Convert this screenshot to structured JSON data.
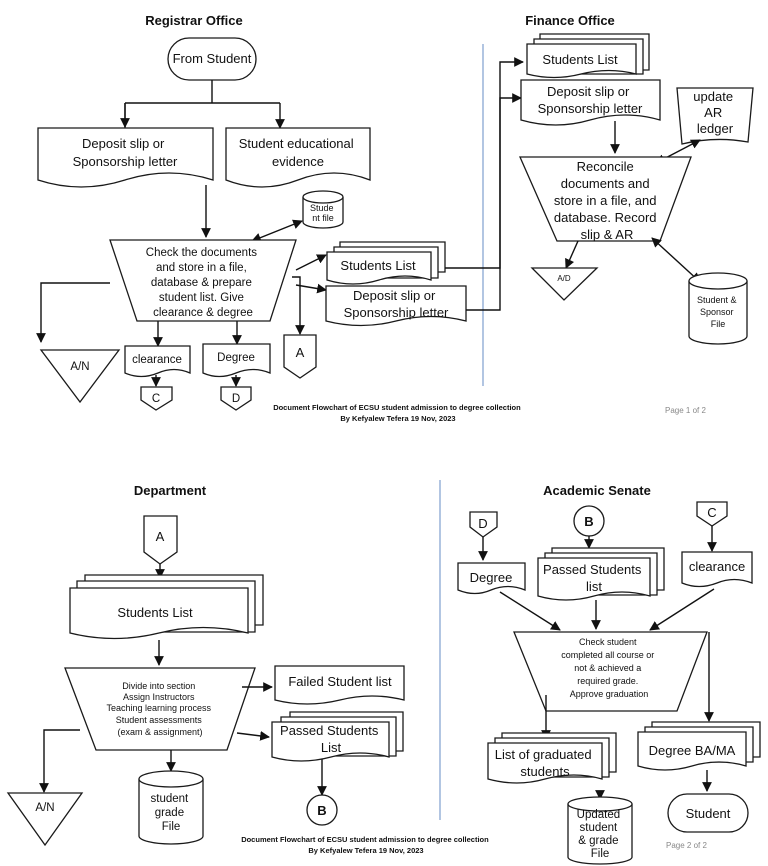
{
  "registrar": {
    "title": "Registrar Office",
    "from_student": "From Student",
    "deposit_slip": [
      "Deposit slip or",
      "Sponsorship letter"
    ],
    "educational_evidence": [
      "Student educational",
      "evidence"
    ],
    "student_file": [
      "Stude",
      "nt file"
    ],
    "check_documents": [
      "Check the documents",
      "and store in a file,",
      "database & prepare",
      "student list. Give",
      "clearance & degree"
    ],
    "an": "A/N",
    "clearance": "clearance",
    "degree": "Degree",
    "connector_a": "A",
    "connector_c": "C",
    "connector_d": "D",
    "students_list": "Students List",
    "deposit_slip_2": [
      "Deposit slip or",
      "Sponsorship letter"
    ]
  },
  "finance": {
    "title": "Finance Office",
    "students_list": "Students List",
    "deposit_slip": [
      "Deposit slip or",
      "Sponsorship letter"
    ],
    "update_ar": [
      "update",
      "AR",
      "ledger"
    ],
    "reconcile": [
      "Reconcile",
      "documents and",
      "store in a file, and",
      "database. Record",
      "slip & AR"
    ],
    "ad": "A/D",
    "sponsor_file": [
      "Student &",
      "Sponsor",
      "File"
    ]
  },
  "caption_1": [
    "Document Flowchart of ECSU student admission to degree collection",
    "By Kefyalew Tefera  19 Nov, 2023"
  ],
  "page_1": "Page 1 of 2",
  "department": {
    "title": "Department",
    "connector_a": "A",
    "students_list": "Students List",
    "process": [
      "Divide into section",
      "Assign Instructors",
      "Teaching learning process",
      "Student assessments",
      "(exam & assignment)"
    ],
    "failed_list": "Failed Student list",
    "passed_list": [
      "Passed Students",
      "List"
    ],
    "an": "A/N",
    "grade_file": [
      "student",
      "grade",
      "File"
    ],
    "connector_b": "B"
  },
  "senate": {
    "title": "Academic Senate",
    "connector_d": "D",
    "connector_b": "B",
    "connector_c": "C",
    "degree": "Degree",
    "passed_list": [
      "Passed Students",
      "list"
    ],
    "clearance": "clearance",
    "check_student": [
      "Check student",
      "completed all course or",
      "not & achieved a",
      "required grade.",
      "Approve graduation"
    ],
    "graduated_list": [
      "List of graduated",
      "students"
    ],
    "degree_bama": "Degree BA/MA",
    "updated_file": [
      "Updated",
      "student",
      "& grade",
      "File"
    ],
    "student": "Student"
  },
  "caption_2": [
    "Document Flowchart of ECSU student admission to degree collection",
    "By Kefyalew Tefera  19 Nov, 2023"
  ],
  "page_2": "Page 2 of 2"
}
